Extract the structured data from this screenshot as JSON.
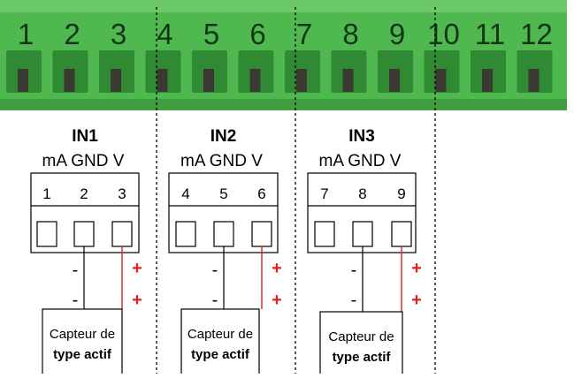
{
  "terminal_strip": {
    "numbers": [
      "1",
      "2",
      "3",
      "4",
      "5",
      "6",
      "7",
      "8",
      "9",
      "10",
      "11",
      "12"
    ],
    "colors": {
      "body": "#4fb94f",
      "top": "#5ec25c",
      "slot": "#2f8a33",
      "screw": "#3a3a33",
      "number": "#15351a"
    }
  },
  "inputs": [
    {
      "title": "IN1",
      "pin_labels": "mA GND V",
      "pins": [
        "1",
        "2",
        "3"
      ],
      "minus_1": "-",
      "minus_2": "-",
      "plus_1": "+",
      "plus_2": "+",
      "sensor_line1": "Capteur de",
      "sensor_line2": "type actif"
    },
    {
      "title": "IN2",
      "pin_labels": "mA GND V",
      "pins": [
        "4",
        "5",
        "6"
      ],
      "minus_1": "-",
      "minus_2": "-",
      "plus_1": "+",
      "plus_2": "+",
      "sensor_line1": "Capteur de",
      "sensor_line2": "type actif"
    },
    {
      "title": "IN3",
      "pin_labels": "mA GND V",
      "pins": [
        "7",
        "8",
        "9"
      ],
      "minus_1": "-",
      "minus_2": "-",
      "plus_1": "+",
      "plus_2": "+",
      "sensor_line1": "Capteur de",
      "sensor_line2": "type actif"
    }
  ],
  "colors": {
    "wire_positive": "#e02020",
    "wire_negative": "#000000",
    "divider": "#000000"
  }
}
